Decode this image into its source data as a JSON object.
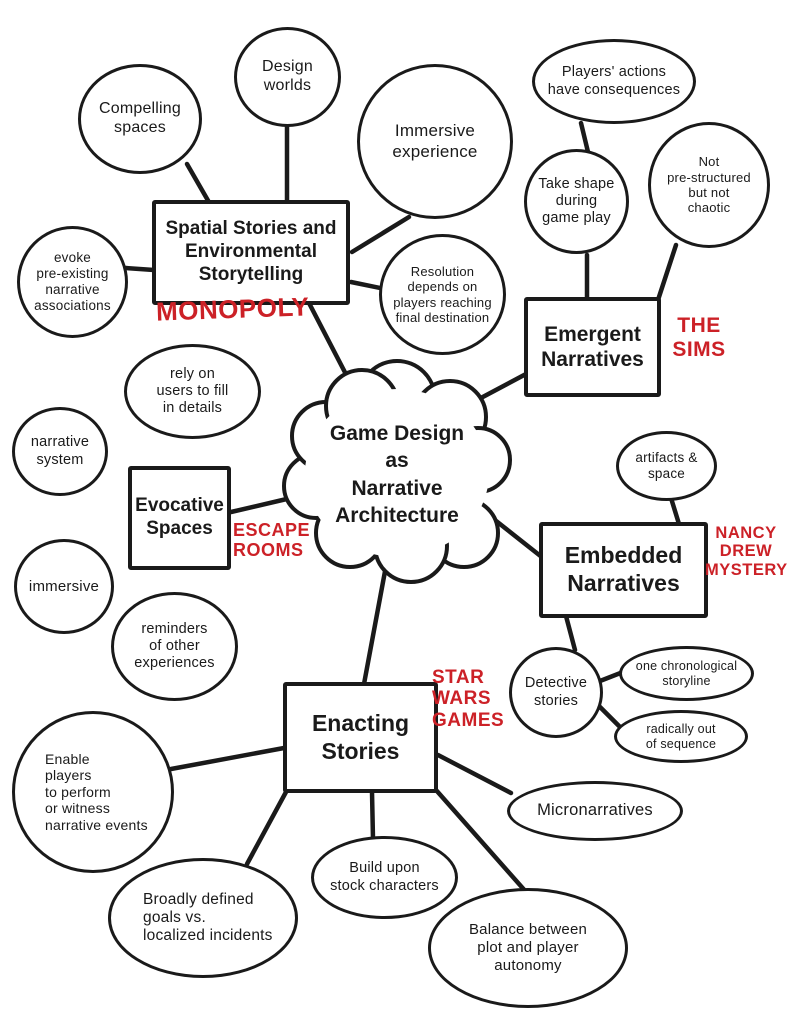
{
  "title": "Game Design as Narrative Architecture",
  "center_cloud": {
    "label": "Game Design\nas\nNarrative\nArchitecture"
  },
  "colors": {
    "ink": "#1a1a1a",
    "accent_red": "#cc2127",
    "background": "#ffffff"
  },
  "branches": {
    "spatial_stories": {
      "box_label": "Spatial Stories and\nEnvironmental\nStorytelling",
      "example": "MONOPOLY",
      "satellites": {
        "compelling_spaces": "Compelling\nspaces",
        "design_worlds": "Design\nworlds",
        "immersive_experience": "Immersive\nexperience",
        "evoke_associations": "evoke\npre-existing\nnarrative\nassociations",
        "resolution": "Resolution\ndepends on\nplayers reaching\nfinal destination"
      }
    },
    "emergent_narratives": {
      "box_label": "Emergent\nNarratives",
      "example": "THE\nSIMS",
      "satellites": {
        "players_actions": "Players' actions\nhave consequences",
        "take_shape": "Take shape\nduring\ngame play",
        "not_prestructured": "Not\npre-structured\nbut not\nchaotic"
      }
    },
    "evocative_spaces": {
      "box_label": "Evocative\nSpaces",
      "example": "ESCAPE\nROOMS",
      "satellites": {
        "rely_on_users": "rely on\nusers to fill\nin details",
        "narrative_system": "narrative\nsystem",
        "immersive": "immersive",
        "reminders": "reminders\nof other\nexperiences"
      }
    },
    "embedded_narratives": {
      "box_label": "Embedded\nNarratives",
      "example": "NANCY\nDREW\nMYSTERY",
      "satellites": {
        "artifacts_space": "artifacts &\nspace",
        "detective_stories": "Detective\nstories",
        "one_chronological": "one chronological\nstoryline",
        "radically_out": "radically out\nof sequence"
      }
    },
    "enacting_stories": {
      "box_label": "Enacting\nStories",
      "example": "STAR\nWARS\nGAMES",
      "satellites": {
        "enable_players": "Enable\nplayers\nto perform\nor witness\nnarrative events",
        "micronarratives": "Micronarratives",
        "build_upon": "Build upon\nstock characters",
        "broadly_defined": "Broadly defined\ngoals vs.\nlocalized incidents",
        "balance": "Balance between\nplot and player\nautonomy"
      }
    }
  }
}
